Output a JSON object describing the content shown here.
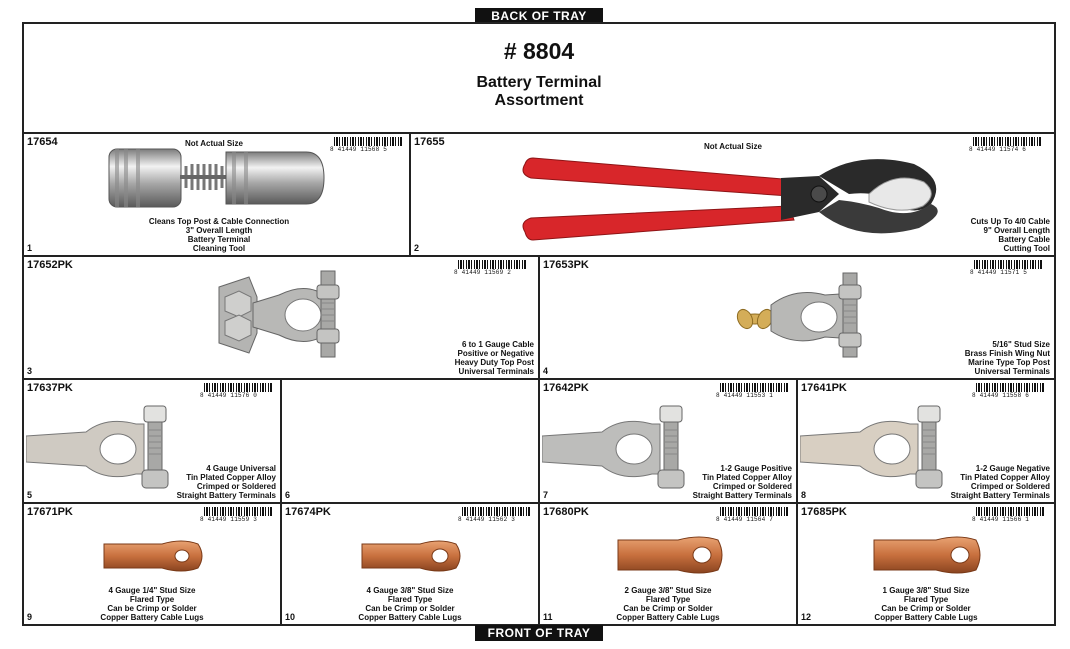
{
  "back_label": "BACK OF TRAY",
  "front_label": "FRONT OF TRAY",
  "header": {
    "number": "# 8804",
    "title_line1": "Battery Terminal",
    "title_line2": "Assortment"
  },
  "cells": [
    {
      "part": "17654",
      "index": "1",
      "note": "Not Actual Size",
      "barcode": "8 41449 11568 5",
      "desc": [
        "Cleans Top Post & Cable Connection",
        "3\" Overall Length",
        "Battery Terminal",
        "Cleaning Tool"
      ]
    },
    {
      "part": "17655",
      "index": "2",
      "note": "Not Actual Size",
      "barcode": "8 41449 11574 6",
      "desc": [
        "Cuts Up To 4/0 Cable",
        "9\" Overall Length",
        "Battery Cable",
        "Cutting Tool"
      ]
    },
    {
      "part": "17652PK",
      "index": "3",
      "barcode": "8 41449 11569 2",
      "desc": [
        "6 to 1 Gauge Cable",
        "Positive or Negative",
        "Heavy Duty Top Post",
        "Universal Terminals"
      ]
    },
    {
      "part": "17653PK",
      "index": "4",
      "barcode": "8 41449 11571 5",
      "desc": [
        "5/16\" Stud Size",
        "Brass Finish Wing Nut",
        "Marine Type Top Post",
        "Universal Terminals"
      ]
    },
    {
      "part": "17637PK",
      "index": "5",
      "barcode": "8 41449 11576 0",
      "desc": [
        "4 Gauge Universal",
        "Tin Plated Copper Alloy",
        "Crimped or Soldered",
        "Straight Battery Terminals"
      ]
    },
    {
      "part": "",
      "index": "6",
      "barcode": "",
      "desc": []
    },
    {
      "part": "17642PK",
      "index": "7",
      "barcode": "8 41449 11553 1",
      "desc": [
        "1-2 Gauge Positive",
        "Tin Plated Copper Alloy",
        "Crimped or Soldered",
        "Straight Battery Terminals"
      ]
    },
    {
      "part": "17641PK",
      "index": "8",
      "barcode": "8 41449 11558 6",
      "desc": [
        "1-2 Gauge Negative",
        "Tin Plated Copper Alloy",
        "Crimped or Soldered",
        "Straight Battery Terminals"
      ]
    },
    {
      "part": "17671PK",
      "index": "9",
      "barcode": "8 41449 11559 3",
      "desc": [
        "4 Gauge 1/4\" Stud Size",
        "Flared Type",
        "Can be Crimp or Solder",
        "Copper Battery Cable Lugs"
      ]
    },
    {
      "part": "17674PK",
      "index": "10",
      "barcode": "8 41449 11562 3",
      "desc": [
        "4 Gauge 3/8\" Stud Size",
        "Flared Type",
        "Can be Crimp or Solder",
        "Copper Battery Cable Lugs"
      ]
    },
    {
      "part": "17680PK",
      "index": "11",
      "barcode": "8 41449 11564 7",
      "desc": [
        "2 Gauge 3/8\" Stud Size",
        "Flared Type",
        "Can be Crimp or Solder",
        "Copper Battery Cable Lugs"
      ]
    },
    {
      "part": "17685PK",
      "index": "12",
      "barcode": "8 41449 11566 1",
      "desc": [
        "1 Gauge 3/8\" Stud Size",
        "Flared Type",
        "Can be Crimp or Solder",
        "Copper Battery Cable Lugs"
      ]
    }
  ],
  "colors": {
    "handle_red": "#d8262a",
    "copper": "#c8703e",
    "zinc": "#b4b4b2"
  }
}
